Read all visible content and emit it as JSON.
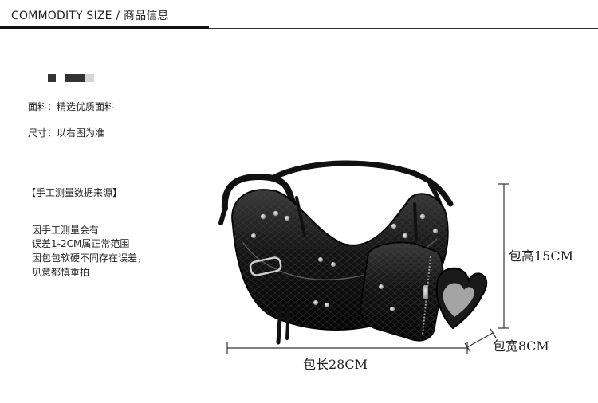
{
  "header": {
    "title": "COMMODITY SIZE / 商品信息"
  },
  "info": {
    "material": "面料：精选优质面料",
    "size": "尺寸：以右图为准"
  },
  "measurement_note": {
    "title": "【手工测量数据来源】",
    "lines": [
      "因手工测量会有",
      "误差1-2CM属正常范围",
      "因包包软硬不同存在误差，",
      "见意都慎重拍"
    ]
  },
  "dimensions": {
    "height": "包高15CM",
    "width": "包宽8CM",
    "length": "包长28CM"
  },
  "colors": {
    "bag": "#121212",
    "text": "#222222",
    "rule": "#111111"
  }
}
